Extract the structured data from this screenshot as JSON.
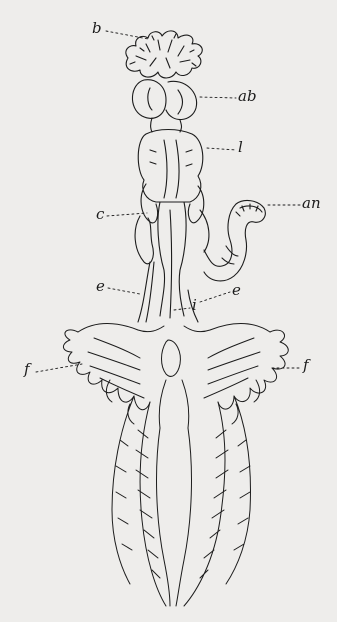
{
  "figure": {
    "labels": {
      "b": "b",
      "ab": "ab",
      "l": "l",
      "an": "an",
      "c": "c",
      "e_left": "e",
      "e_right": "e",
      "i": "i",
      "f_left": "f",
      "f_right": "f"
    }
  },
  "colors": {
    "paper": "#eeedeb",
    "ink": "#1c1c1c"
  }
}
